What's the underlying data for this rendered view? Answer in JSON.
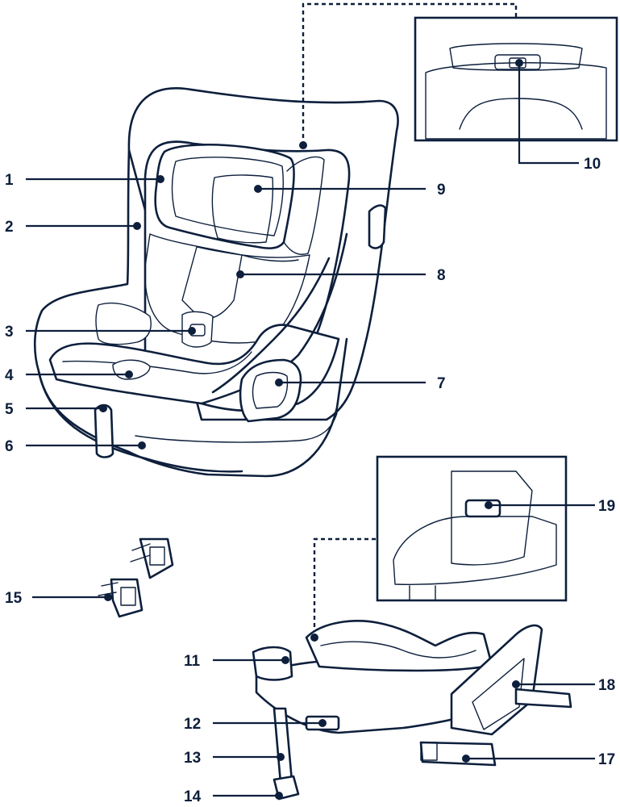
{
  "callouts": {
    "c1": "1",
    "c2": "2",
    "c3": "3",
    "c4": "4",
    "c5": "5",
    "c6": "6",
    "c7": "7",
    "c8": "8",
    "c9": "9",
    "c10": "10",
    "c11": "11",
    "c12": "12",
    "c13": "13",
    "c14": "14",
    "c15": "15",
    "c17": "17",
    "c18": "18",
    "c19": "19"
  },
  "colors": {
    "ink": "#0d1f3c",
    "paper": "#ffffff"
  }
}
